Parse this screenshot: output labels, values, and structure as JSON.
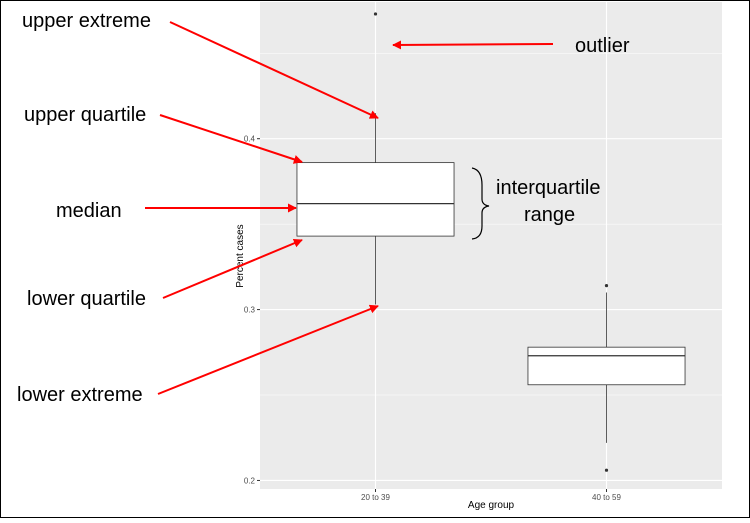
{
  "chart_data": {
    "type": "box",
    "xlabel": "Age group",
    "ylabel": "Percent cases",
    "categories": [
      "20 to 39",
      "40 to 59"
    ],
    "ylim": [
      0.195,
      0.48
    ],
    "yticks": [
      0.2,
      0.3,
      0.4
    ],
    "ytick_labels": [
      "0.2",
      "0.3",
      "0.4"
    ],
    "grid": true,
    "boxes": [
      {
        "category": "20 to 39",
        "lower_whisker": 0.303,
        "q1": 0.343,
        "median": 0.362,
        "q3": 0.386,
        "upper_whisker": 0.415,
        "outliers": [
          0.473
        ]
      },
      {
        "category": "40 to 59",
        "lower_whisker": 0.222,
        "q1": 0.256,
        "median": 0.273,
        "q3": 0.278,
        "upper_whisker": 0.31,
        "outliers": [
          0.206,
          0.314
        ]
      }
    ]
  },
  "annotations": {
    "upper_extreme": "upper extreme",
    "upper_quartile": "upper quartile",
    "median": "median",
    "lower_quartile": "lower quartile",
    "lower_extreme": "lower extreme",
    "outlier": "outlier",
    "iqr_line1": "interquartile",
    "iqr_line2": "range"
  },
  "colors": {
    "panel": "#ebebeb",
    "grid": "#ffffff",
    "arrow": "#ff0000",
    "box_fill": "#ffffff",
    "box_line": "#333333"
  }
}
